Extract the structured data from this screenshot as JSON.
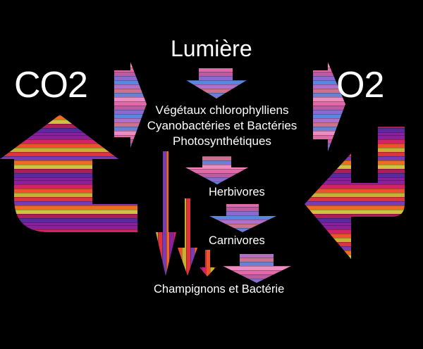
{
  "labels": {
    "co2": "CO2",
    "o2": "O2",
    "light": "Lumière",
    "producers_line1": "Végétaux chlorophylliens",
    "producers_line2": "Cyanobactéries et Bactéries",
    "producers_line3": "Photosynthétiques",
    "herbivores": "Herbivores",
    "carnivores": "Carnivores",
    "decomposers": "Champignons et Bactérie"
  },
  "colors": {
    "background": "#000000",
    "text": "#ffffff",
    "stripes_cool": [
      "#e06aa8",
      "#c05aa0",
      "#8a6ad0",
      "#5a86e0",
      "#b070c8",
      "#d07090",
      "#6c7ed8",
      "#f08ac0"
    ],
    "stripes_warm": [
      "#8a1fa0",
      "#d6206a",
      "#f0502a",
      "#c8b034",
      "#e0323a",
      "#7a3ab0",
      "#f06a20",
      "#d4c040",
      "#b01c5a",
      "#5a2aa0"
    ]
  }
}
